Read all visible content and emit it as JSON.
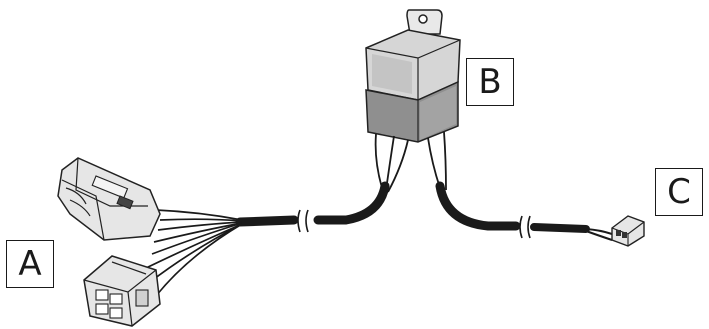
{
  "diagram": {
    "labels": {
      "a": "A",
      "b": "B",
      "c": "C"
    },
    "colors": {
      "cable": "#1a1a1a",
      "relay_top": "#d6d6d6",
      "relay_bottom": "#8f8f8f",
      "connector_body": "#e6e6e6",
      "callout_shadow": "#bdbdbd"
    }
  }
}
